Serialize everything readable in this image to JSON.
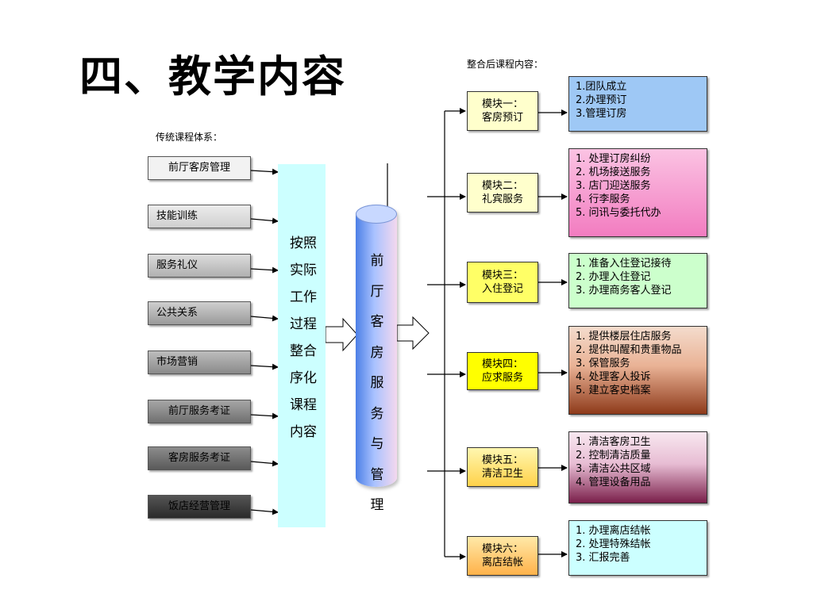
{
  "title": "四、教学内容",
  "left_caption": "传统课程体系：",
  "right_caption": "整合后课程内容：",
  "traditional_courses": [
    {
      "label": "前厅客房管理",
      "fill": "#f2f2f2"
    },
    {
      "label": "技能训练",
      "fill": "#d9d9d9"
    },
    {
      "label": "服务礼仪",
      "fill": "#c4c4c4"
    },
    {
      "label": "公共关系",
      "fill": "#ababab"
    },
    {
      "label": "市场营销",
      "fill": "#8f8f8f"
    },
    {
      "label": "前厅服务考证",
      "fill": "#737373"
    },
    {
      "label": "客房服务考证",
      "fill": "#595959"
    },
    {
      "label": "饭店经营管理",
      "fill": "#2e2e2e"
    }
  ],
  "integration_box": {
    "lines": [
      "按照",
      "实际",
      "工作",
      "过程",
      "整合",
      "序化",
      "课程",
      "内容"
    ],
    "fill": "#ccffff"
  },
  "core_course": {
    "chars": [
      "前",
      "厅",
      "客",
      "房",
      "服",
      "务",
      "与",
      "管",
      "理"
    ]
  },
  "modules": [
    {
      "name": "模块一：",
      "topic": "客房预订",
      "items": [
        "1.团队成立",
        "2.办理预订",
        "3.管理订房"
      ],
      "fill": "#ffffcc",
      "detail_fill": "#9ec8f5"
    },
    {
      "name": "模块二：",
      "topic": "礼宾服务",
      "items": [
        "1. 处理订房纠纷",
        "2. 机场接送服务",
        "3. 店门迎送服务",
        "4. 行李服务",
        "5. 问讯与委托代办"
      ],
      "fill": "#ffffcc",
      "detail_fill": "#f58dcc"
    },
    {
      "name": "模块三：",
      "topic": "入住登记",
      "items": [
        "1. 准备入住登记接待",
        "2. 办理入住登记",
        "3. 办理商务客人登记"
      ],
      "fill": "#ffff66",
      "detail_fill": "#ccffcc"
    },
    {
      "name": "模块四：",
      "topic": "应求服务",
      "items": [
        "1. 提供楼层住店服务",
        "2. 提供叫醒和贵重物品",
        "3. 保管服务",
        "4. 处理客人投诉",
        "5. 建立客史档案"
      ],
      "fill": "#ffff00",
      "detail_fill": "#b86a48"
    },
    {
      "name": "模块五：",
      "topic": "清洁卫生",
      "items": [
        "1. 清洁客房卫生",
        "2. 控制清洁质量",
        "3. 清洁公共区域",
        "4. 管理设备用品"
      ],
      "fill": "#ffe680",
      "detail_fill": "#b05c86"
    },
    {
      "name": "模块六：",
      "topic": "离店结帐",
      "items": [
        "1. 办理离店结帐",
        "2. 处理特殊结帐",
        "3. 汇报完善"
      ],
      "fill": "#ffd27a",
      "detail_fill": "#ccffff"
    }
  ]
}
